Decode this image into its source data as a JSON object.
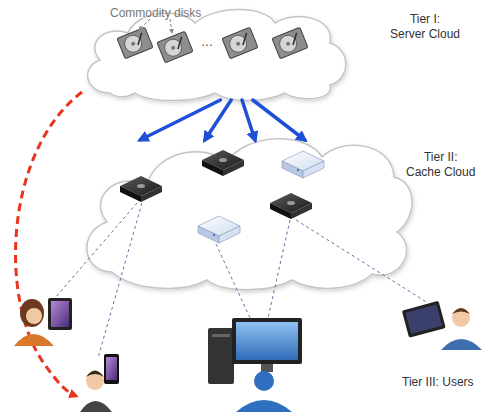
{
  "diagram": {
    "nodes": [
      {
        "text": [
          "Tier I: Server Cloud"
        ]
      },
      {
        "text": [
          "Tier II: Cache Cloud"
        ]
      }
    ],
    "edges": [
      {
        "from": 0,
        "to": 1,
        "arrow": "to"
      },
      {
        "from": 0,
        "to": 1,
        "arrow": "to"
      },
      {
        "from": 0,
        "to": 1,
        "arrow": "to"
      },
      {
        "from": 0,
        "to": 1,
        "arrow": "to"
      }
    ],
    "labels": [
      "Commodity disks",
      "…",
      "Tier III: Users"
    ]
  }
}
